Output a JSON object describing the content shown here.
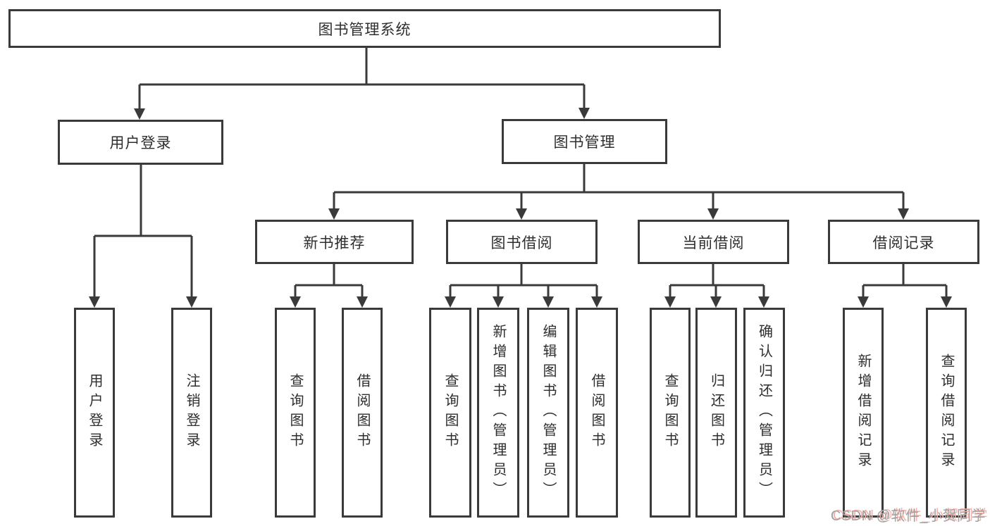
{
  "diagram": {
    "root": {
      "label": "图书管理系统"
    },
    "branches": [
      {
        "label": "用户登录",
        "children": [
          {
            "label": "用户登录"
          },
          {
            "label": "注销登录"
          }
        ]
      },
      {
        "label": "图书管理",
        "children": [
          {
            "label": "新书推荐",
            "children": [
              {
                "label": "查询图书"
              },
              {
                "label": "借阅图书"
              }
            ]
          },
          {
            "label": "图书借阅",
            "children": [
              {
                "label": "查询图书"
              },
              {
                "label": "新增图书（管理员）"
              },
              {
                "label": "编辑图书（管理员）"
              },
              {
                "label": "借阅图书"
              }
            ]
          },
          {
            "label": "当前借阅",
            "children": [
              {
                "label": "查询图书"
              },
              {
                "label": "归还图书"
              },
              {
                "label": "确认归还（管理员）"
              }
            ]
          },
          {
            "label": "借阅记录",
            "children": [
              {
                "label": "新增借阅记录"
              },
              {
                "label": "查询借阅记录"
              }
            ]
          }
        ]
      }
    ]
  },
  "watermark": {
    "text": "CSDN @软件_小贺同学"
  },
  "colors": {
    "line": "#3a3a3a",
    "box_border": "#3a3a3a",
    "box_bg": "#ffffff",
    "text": "#2e2e2e",
    "page_bg": "#ffffff",
    "watermark_text": "#a0a0a0",
    "watermark_shadow": "#f7b0a8"
  }
}
